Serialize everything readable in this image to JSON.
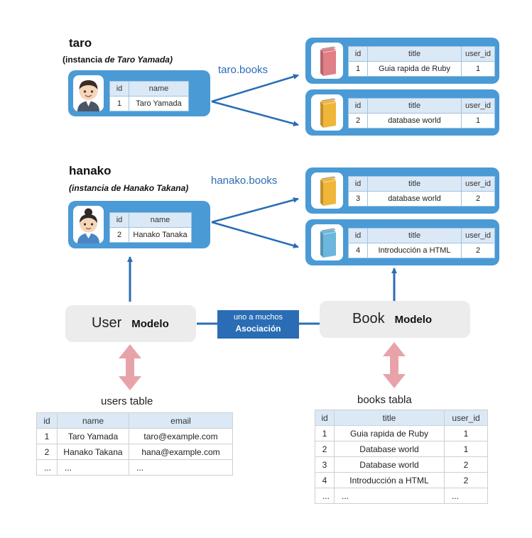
{
  "taro": {
    "name": "taro",
    "instance_prefix": "(instancia",
    "instance_name": "de Taro Yamada)",
    "table_headers": [
      "id",
      "name"
    ],
    "row": [
      "1",
      "Taro Yamada"
    ]
  },
  "hanako": {
    "name": "hanako",
    "instance_label": "(instancia de Hanako Takana)",
    "table_headers": [
      "id",
      "name"
    ],
    "row": [
      "2",
      "Hanako Tanaka"
    ]
  },
  "relations": {
    "taro_books": "taro.books",
    "hanako_books": "hanako.books"
  },
  "books": {
    "headers": [
      "id",
      "title",
      "user_id"
    ],
    "items": [
      {
        "row": [
          "1",
          "Guia rapida de Ruby",
          "1"
        ],
        "icon_color": "#e07f86"
      },
      {
        "row": [
          "2",
          "database world",
          "1"
        ],
        "icon_color": "#f0b63a"
      },
      {
        "row": [
          "3",
          "database world",
          "2"
        ],
        "icon_color": "#f0b63a"
      },
      {
        "row": [
          "4",
          "Introducción a HTML",
          "2"
        ],
        "icon_color": "#6bb7dd"
      }
    ]
  },
  "models": {
    "user_name": "User",
    "user_word": "Modelo",
    "book_name": "Book",
    "book_word": "Modelo"
  },
  "association": {
    "line1": "uno a muchos",
    "line2": "Asociación"
  },
  "users_table": {
    "caption_name": "users",
    "caption_word": "table",
    "headers": [
      "id",
      "name",
      "email"
    ],
    "rows": [
      [
        "1",
        "Taro Yamada",
        "taro@example.com"
      ],
      [
        "2",
        "Hanako Takana",
        "hana@example.com"
      ],
      [
        "...",
        "...",
        "..."
      ]
    ]
  },
  "books_table": {
    "caption_name": "books",
    "caption_word": "tabla",
    "headers": [
      "id",
      "title",
      "user_id"
    ],
    "rows": [
      [
        "1",
        "Guia rapida de Ruby",
        "1"
      ],
      [
        "2",
        "Database world",
        "1"
      ],
      [
        "3",
        "Database world",
        "2"
      ],
      [
        "4",
        "Introducción a HTML",
        "2"
      ],
      [
        "...",
        "...",
        "..."
      ]
    ]
  },
  "colors": {
    "card_blue": "#4a9ad6",
    "arrow_blue": "#2a6db5",
    "arrow_pink": "#e8a3aa",
    "header_blue": "#dbe9f6"
  }
}
